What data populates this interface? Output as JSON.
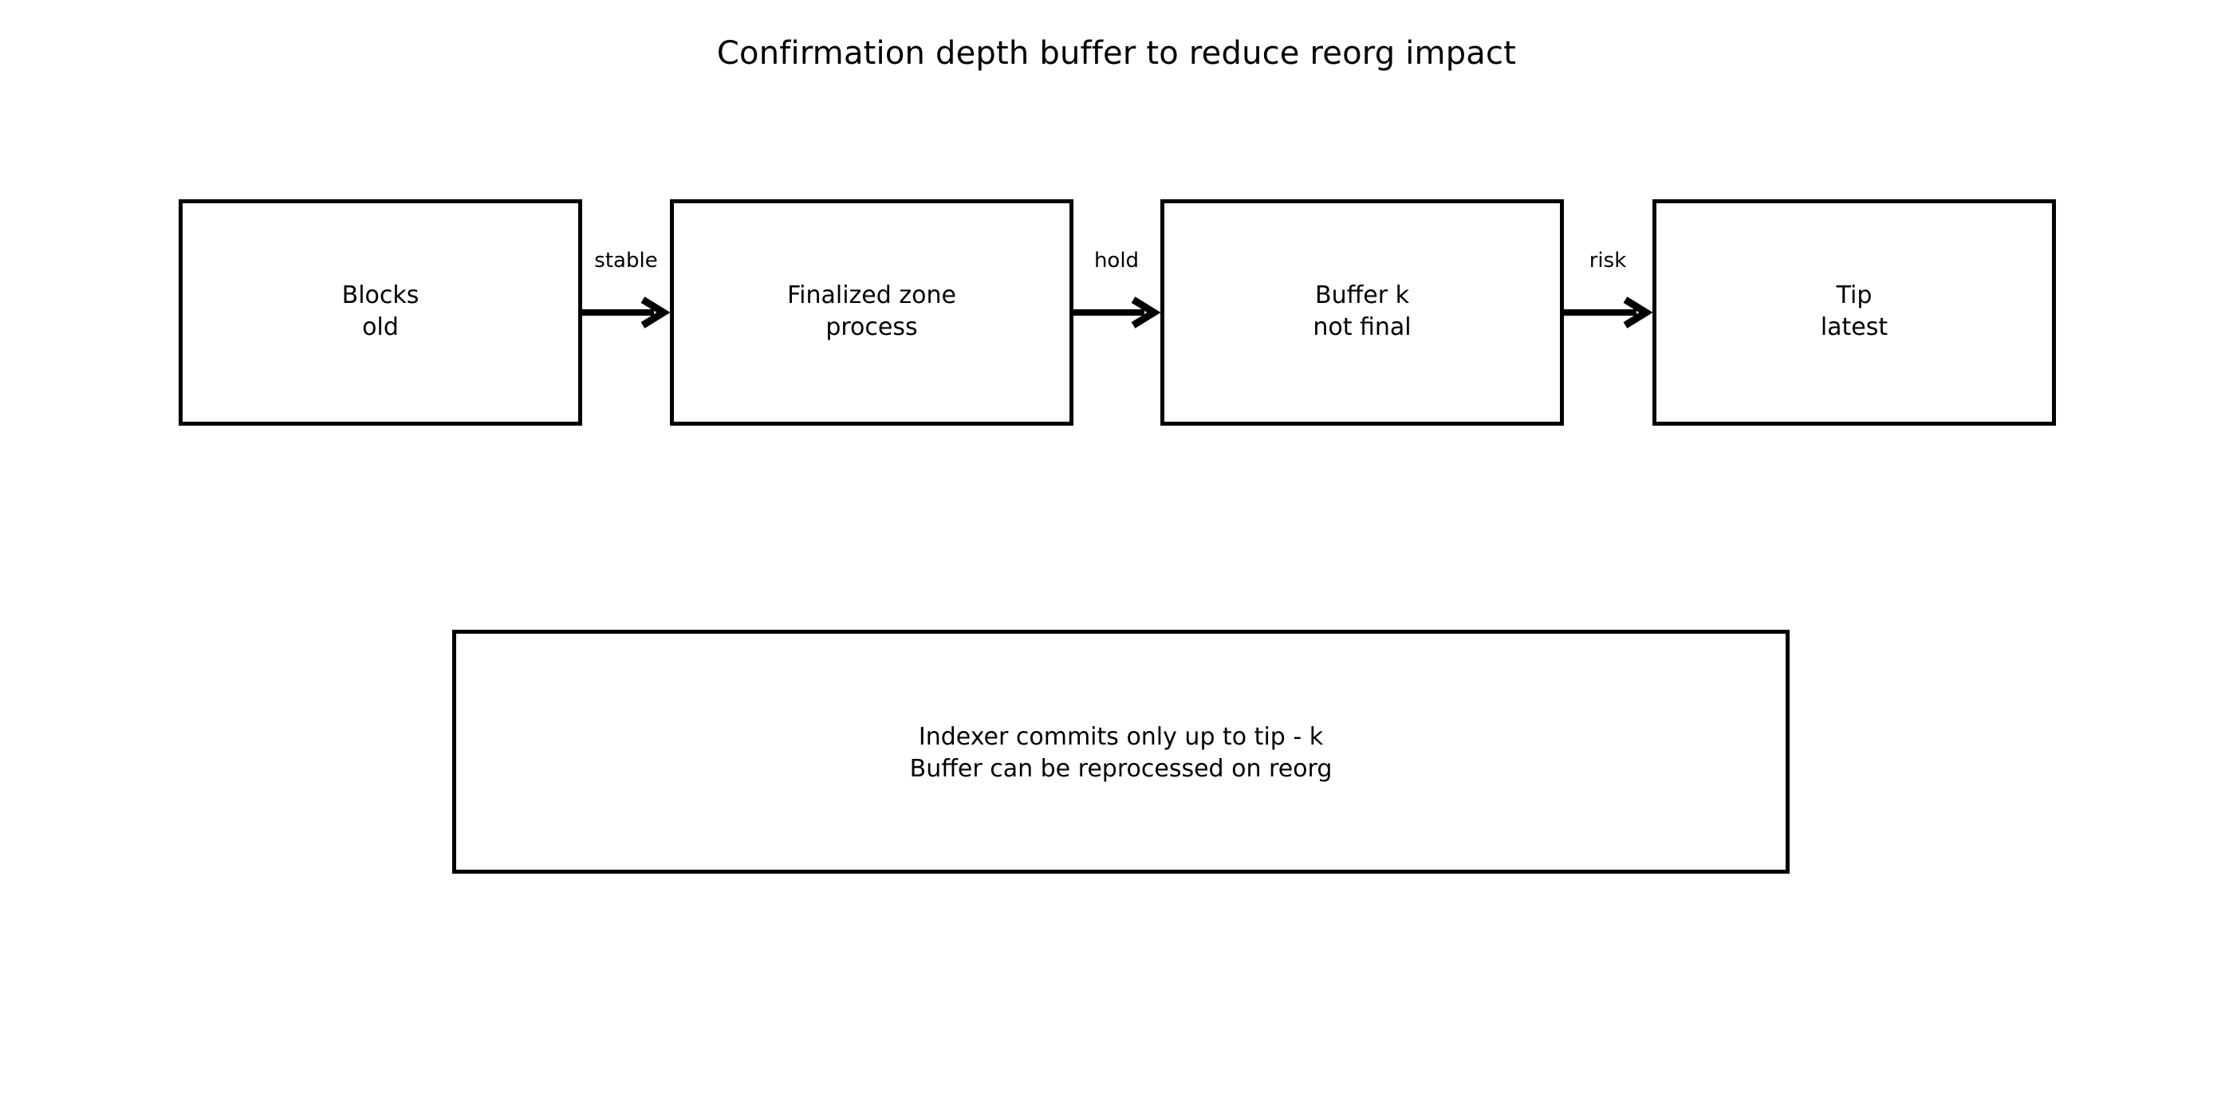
{
  "title": "Confirmation depth buffer to reduce reorg impact",
  "diagram": {
    "type": "flow",
    "orientation": "left-to-right",
    "background_color": "#ffffff",
    "stroke_color": "#000000",
    "nodes": [
      {
        "id": "blocks",
        "label": "Blocks\nold"
      },
      {
        "id": "finalized",
        "label": "Finalized zone\nprocess"
      },
      {
        "id": "buffer",
        "label": "Buffer k\nnot final"
      },
      {
        "id": "tip",
        "label": "Tip\nlatest"
      }
    ],
    "edges": [
      {
        "from": "blocks",
        "to": "finalized",
        "label": "stable"
      },
      {
        "from": "finalized",
        "to": "buffer",
        "label": "hold"
      },
      {
        "from": "buffer",
        "to": "tip",
        "label": "risk"
      }
    ],
    "note": {
      "id": "note",
      "label": "Indexer commits only up to tip - k\nBuffer can be reprocessed on reorg"
    }
  }
}
